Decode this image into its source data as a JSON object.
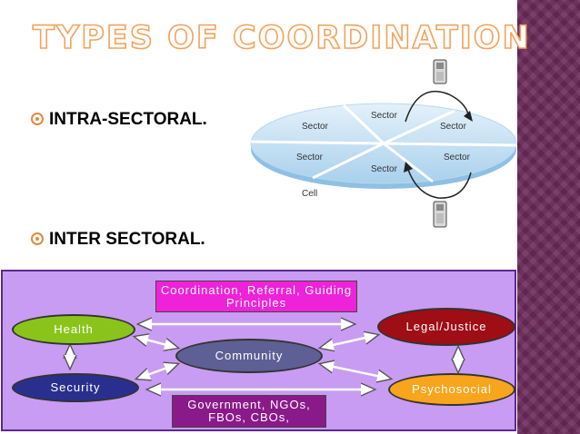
{
  "slide": {
    "title": "TYPES OF COORDINATION",
    "bullets": [
      "INTRA-SECTORAL.",
      "INTER SECTORAL."
    ]
  },
  "sector_diagram": {
    "sector_labels": [
      "Sector",
      "Sector",
      "Sector",
      "Sector",
      "Sector",
      "Sector"
    ],
    "cell_label": "Cell"
  },
  "coordination_diagram": {
    "principles": "Coordination, Referral, Guiding Principles",
    "health": "Health",
    "legal": "Legal/Justice",
    "community": "Community",
    "security": "Security",
    "psychosocial": "Psychosocial",
    "government": "Government, NGOs, FBOs, CBOs,"
  },
  "colors": {
    "title_outline": "#f3a25a",
    "bullet": "#e08a3a",
    "side_panel": "#6b2a5a",
    "diagram_bg": "#c89cf2",
    "health": "#8ac41a",
    "legal": "#9e0e14",
    "community": "#5e5f94",
    "security": "#2a2f8e",
    "psychosocial": "#f7a51c",
    "principles": "#ee22d8",
    "government": "#8a1a8a"
  }
}
